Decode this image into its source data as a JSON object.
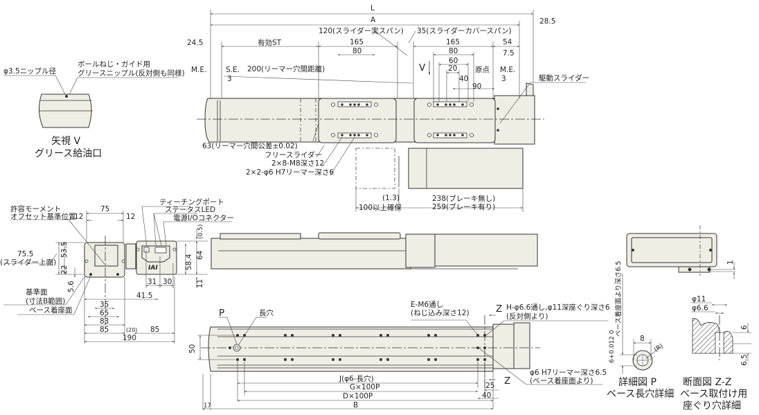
{
  "drawing": {
    "top_view": {
      "dims": {
        "L": "L",
        "A": "A",
        "d_28_5": "28.5",
        "d_24_5": "24.5",
        "stroke": "有効ST",
        "slider_span": "120(スライダー実スパン)",
        "cover_span": "35(スライダーカバースパン)",
        "d_165a": "165",
        "d_80a": "80",
        "d_165b": "165",
        "d_80b": "80",
        "d_60": "60",
        "d_20": "20",
        "d_40": "40",
        "d_90": "90",
        "d_54": "54",
        "d_7_5": "7.5",
        "me_left": "M.E.",
        "se_left": "S.E.",
        "d_3_left": "3",
        "me_right": "M.E.",
        "d_3_right": "3",
        "origin": "原点",
        "reamer_pitch": "200(リーマー穴間距離)",
        "view_v": "V",
        "drive_slider": "駆動スライダー",
        "reamer_tol": "63(リーマー穴間公差±0.02)",
        "free_slider": "フリースライダー",
        "tapped": "2×8-M8深さ12",
        "reamer": "2×2-φ6 H7リーマー深さ6",
        "d_1_3": "(1.3)",
        "clearance": "100以上確保",
        "brake_none": "238(ブレーキ無し)",
        "brake_with": "259(ブレーキ有り)"
      }
    },
    "view_v": {
      "nipple_dia": "φ3.5ニップル径",
      "nipple_note_1": "ボールねじ・ガイド用",
      "nipple_note_2": "グリースニップル(反対側も同様)",
      "title_1": "矢視 V",
      "title_2": "グリース給油口"
    },
    "end_view": {
      "moment_1": "許容モーメント",
      "moment_2": "オフセット基準位置",
      "d_75": "75",
      "d_12a": "12",
      "d_12b": "12",
      "d_75_5": "75.5",
      "slider_top": "(スライダー上面)",
      "d_53_5": "53.5",
      "d_22": "22",
      "d_5_6": "5.6",
      "ref_1": "基準面",
      "ref_2": "(寸法B範囲)",
      "base_seat": "ベース着座面",
      "d_35": "35",
      "d_65": "65",
      "d_83": "83",
      "d_85a": "85",
      "d_20": "(20)",
      "d_85b": "85",
      "d_190": "190",
      "d_41_5": "41.5",
      "d_31": "31",
      "d_30": "30",
      "d_58_4": "58.4",
      "d_64": "64",
      "d_0_5": "(0.5)",
      "d_11": "11",
      "teaching": "ティーチングポート",
      "status_led": "ステータスLED",
      "power_io": "電源I/Oコネクター",
      "logo": "IAI"
    },
    "bottom_view": {
      "P": "P",
      "slot": "長穴",
      "E_note_1": "E-M6通し",
      "E_note_2": "(ねじ込み深さ12)",
      "Z_top": "Z",
      "Z_bottom": "Z",
      "H_note_1": "H-φ6.6通し,φ11深座ぐり深さ6",
      "H_note_2": "(反対側より)",
      "reamer_1": "φ6 H7リーマー深さ6.5",
      "reamer_2": "(ベース着座面より)",
      "d_50": "50",
      "J": "J(φ6-長穴)",
      "G": "G×100P",
      "D": "D×100P",
      "B": "B",
      "d_17": "17",
      "d_25": "25",
      "d_40": "40"
    },
    "detail_p": {
      "d_8": "8",
      "R": "(R)",
      "tol": "6+0.012 0",
      "depth": "ベース着座面より深さ6.5",
      "title_1": "詳細図 P",
      "title_2": "ベース長穴詳細"
    },
    "section_zz": {
      "d_11": "φ11",
      "d_6_6": "φ6.6",
      "d_6": "6",
      "d_6_5": "6.5",
      "title_1": "断面図 Z-Z",
      "title_2": "ベース取付け用",
      "title_3": "座ぐり穴詳細"
    },
    "motor_end": {
      "d_1": "1"
    }
  }
}
